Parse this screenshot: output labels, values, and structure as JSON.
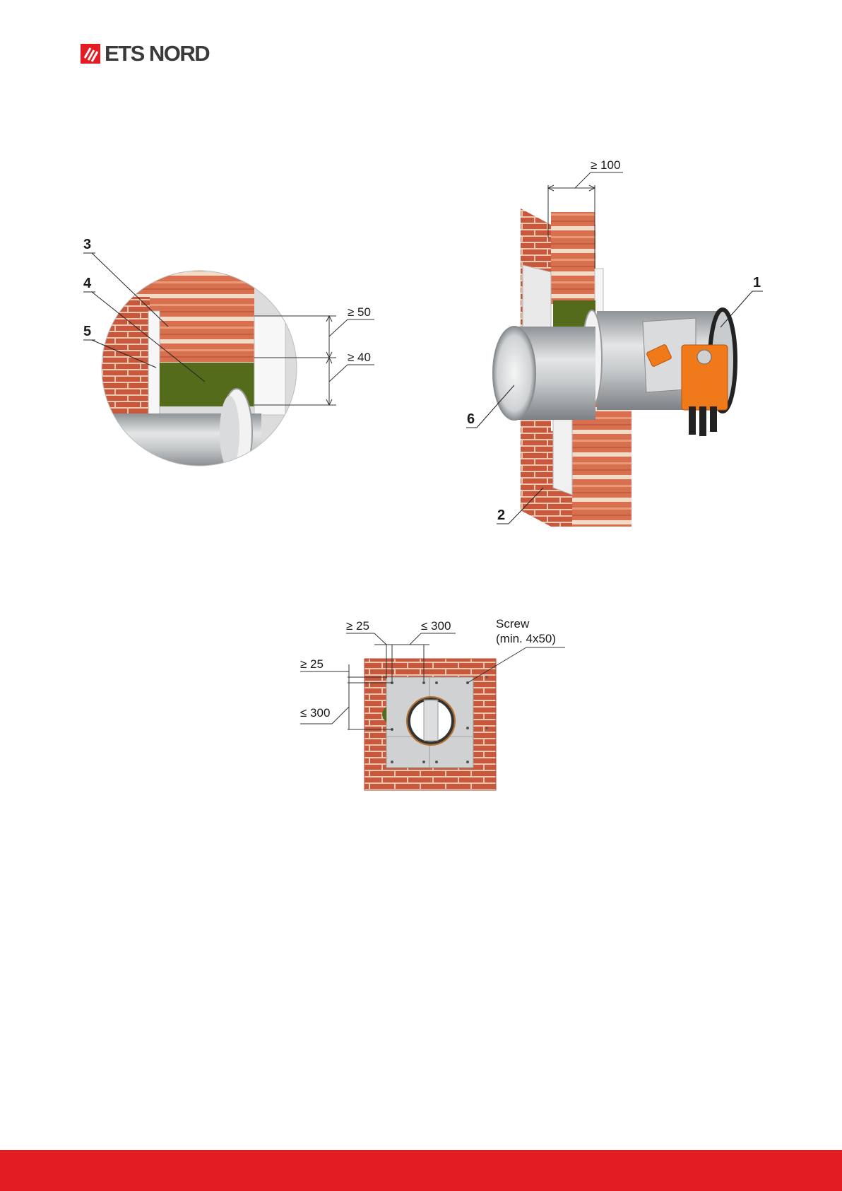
{
  "logo": {
    "text": "ETS NORD"
  },
  "colors": {
    "brand_red": "#e31b23",
    "brick": "#d8704f",
    "mortar": "#f2dcc8",
    "insulation": "#556b1c",
    "board": "#e9e9e9",
    "actuator": "#f07a1a"
  },
  "detail": {
    "callouts": [
      "3",
      "4",
      "5"
    ],
    "dims": [
      "≥ 50",
      "≥ 40"
    ]
  },
  "main": {
    "callouts": [
      "1",
      "2",
      "6"
    ],
    "dims": [
      "≥ 100"
    ]
  },
  "front": {
    "dims": [
      "≥ 25",
      "≤ 300",
      "≥ 25",
      "≤ 300"
    ],
    "screw_label": "Screw",
    "screw_spec": "(min. 4x50)"
  }
}
